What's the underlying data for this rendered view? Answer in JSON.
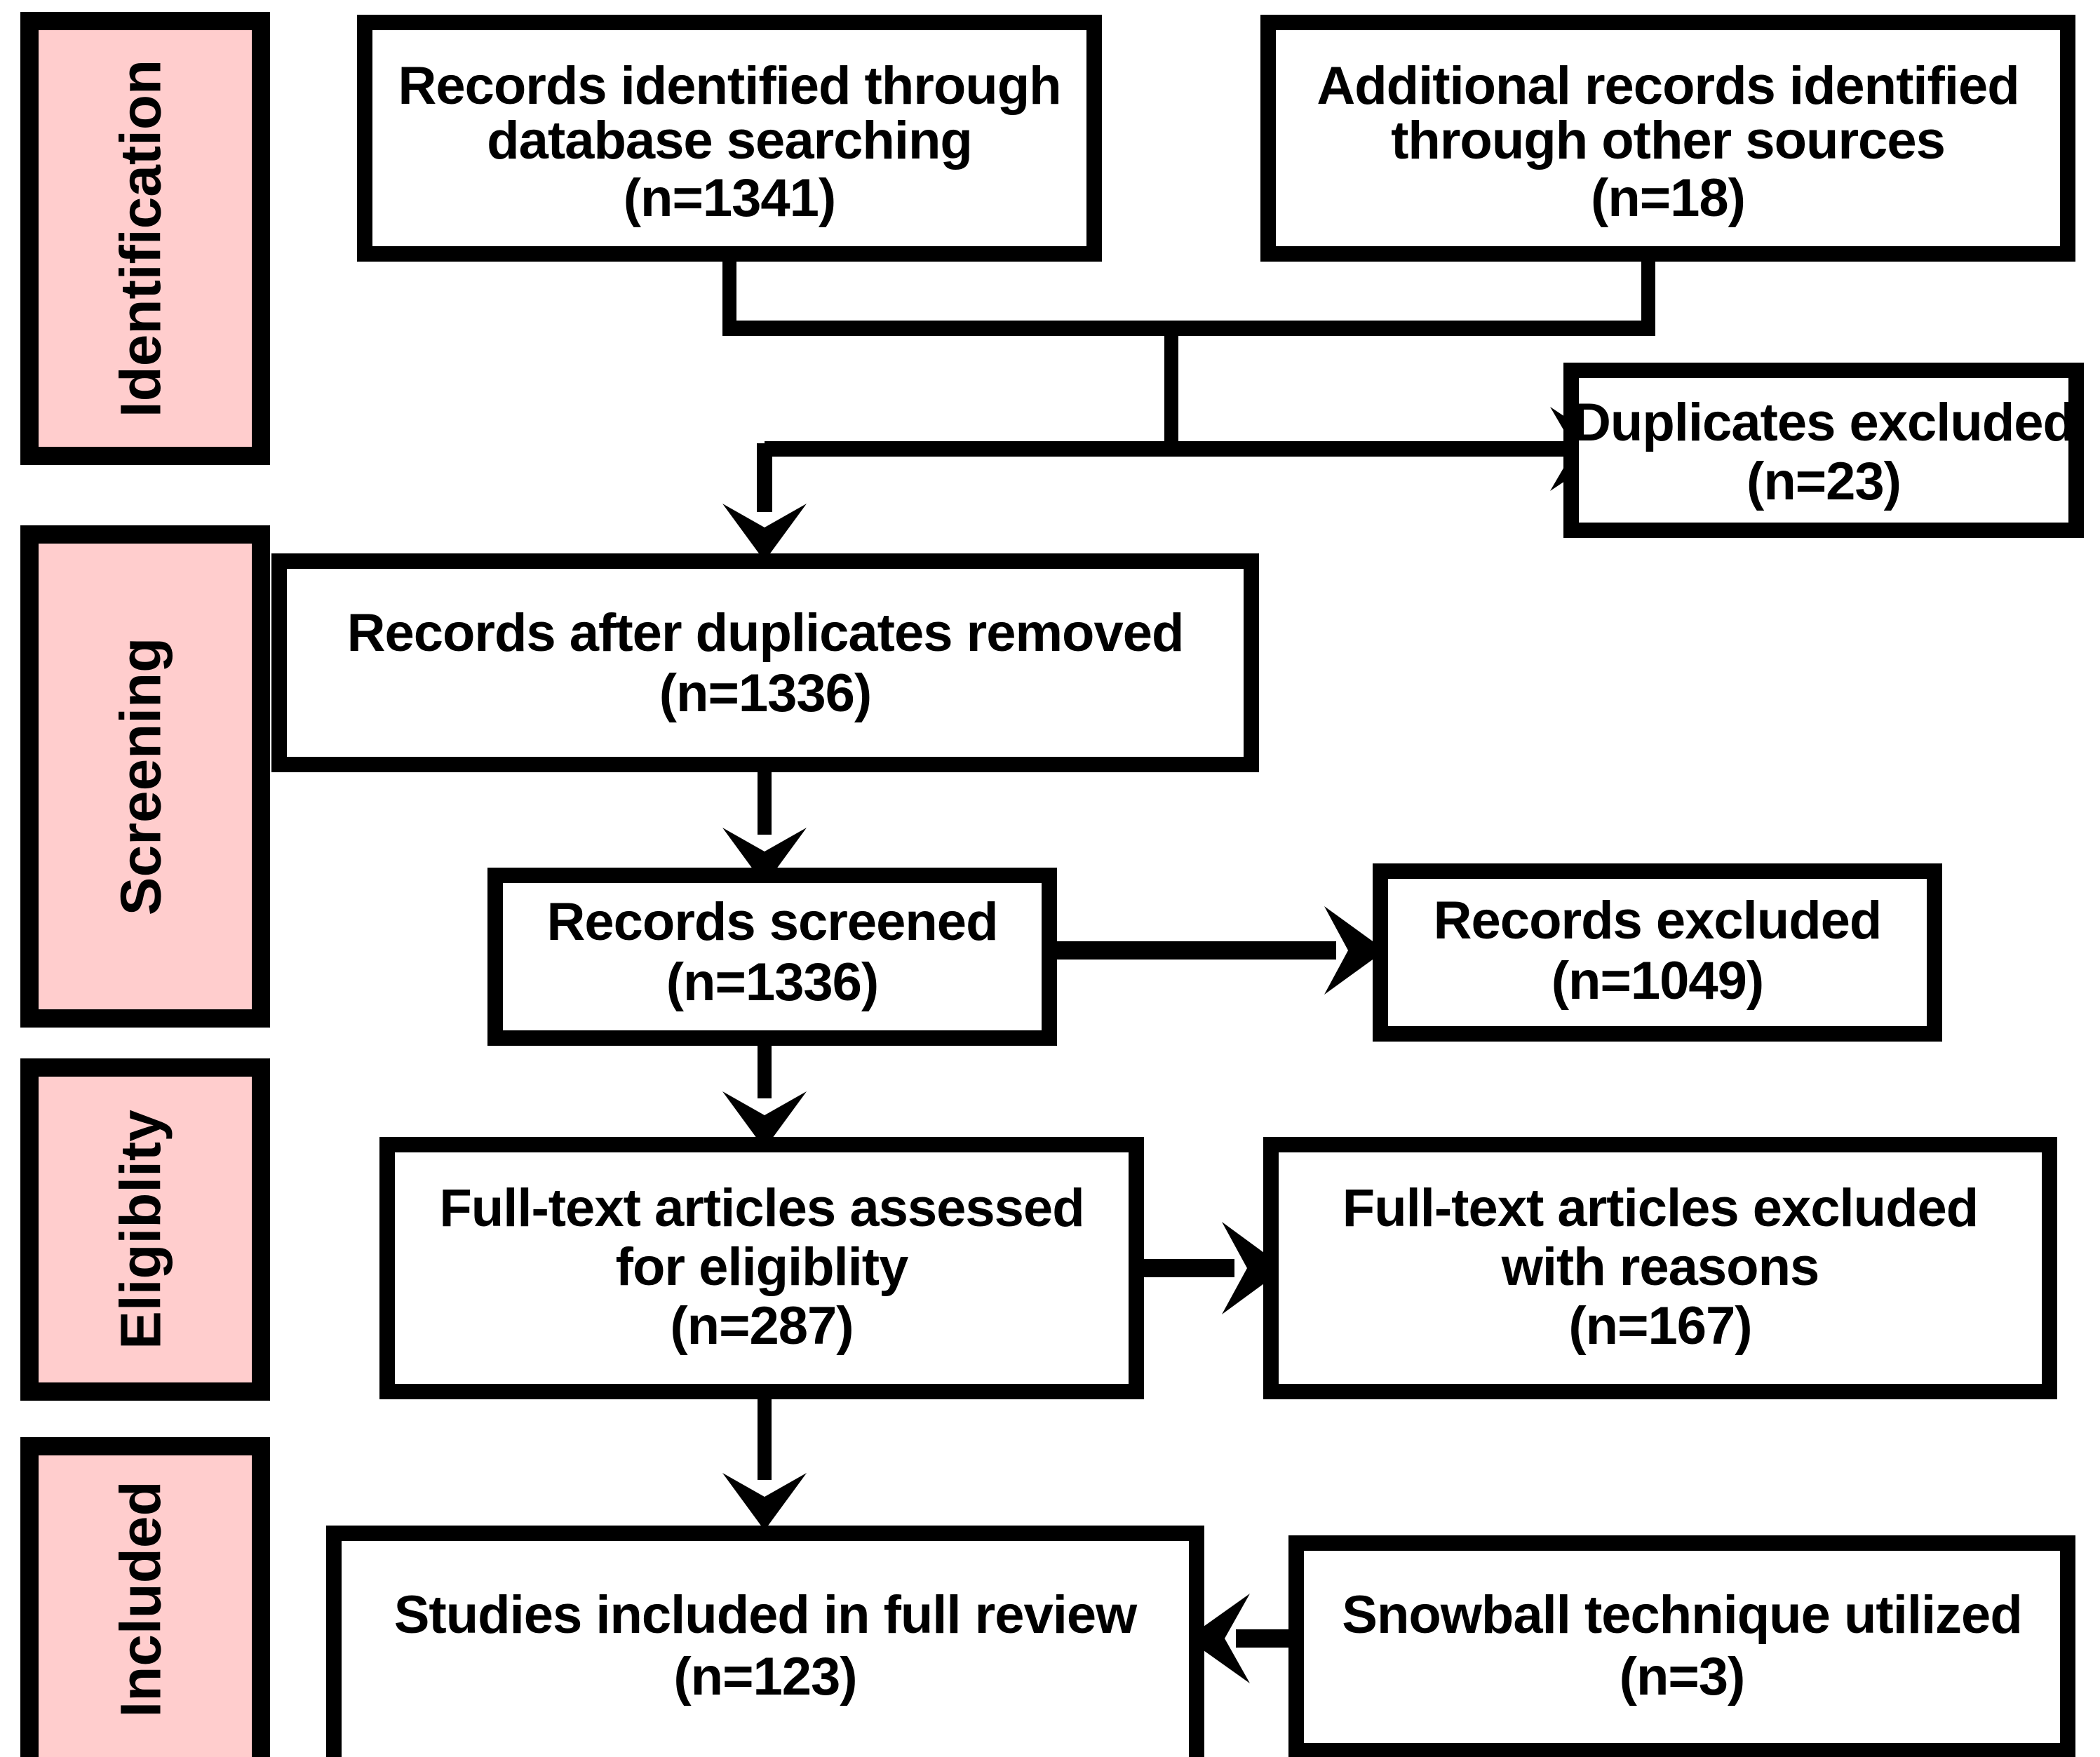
{
  "diagram": {
    "type": "prisma-flow-diagram",
    "title": "PRISMA Flow Diagram",
    "colors": {
      "stage_fill": "#ffcdcd",
      "box_fill": "#ffffff",
      "stroke": "#000000",
      "text": "#000000"
    }
  },
  "stages": [
    {
      "id": "identification",
      "label": "Identification"
    },
    {
      "id": "screening",
      "label": "Screening"
    },
    {
      "id": "eligibility",
      "label": "Eligiblity"
    },
    {
      "id": "included",
      "label": "Included"
    }
  ],
  "boxes": [
    {
      "id": "records-identified-database",
      "lines": [
        "Records identified through",
        "database searching",
        "(n=1341)"
      ],
      "line1": "Records identified through",
      "line2": "database searching",
      "line3": "(n=1341)",
      "count": 1341
    },
    {
      "id": "additional-records-other-sources",
      "lines": [
        "Additional records identified",
        "through other sources",
        "(n=18)"
      ],
      "line1": "Additional records identified",
      "line2": "through other sources",
      "line3": "(n=18)",
      "count": 18
    },
    {
      "id": "duplicates-excluded",
      "lines": [
        "Duplicates excluded",
        "(n=23)"
      ],
      "line1": "Duplicates excluded",
      "line2": "(n=23)",
      "count": 23
    },
    {
      "id": "records-after-duplicates-removed",
      "lines": [
        "Records after duplicates removed",
        "(n=1336)"
      ],
      "line1": "Records after duplicates removed",
      "line2": "(n=1336)",
      "count": 1336
    },
    {
      "id": "records-screened",
      "lines": [
        "Records screened",
        "(n=1336)"
      ],
      "line1": "Records screened",
      "line2": "(n=1336)",
      "count": 1336
    },
    {
      "id": "records-excluded",
      "lines": [
        "Records excluded",
        "(n=1049)"
      ],
      "line1": "Records excluded",
      "line2": "(n=1049)",
      "count": 1049
    },
    {
      "id": "fulltext-assessed",
      "lines": [
        "Full-text articles assessed",
        "for eligiblity",
        "(n=287)"
      ],
      "line1": "Full-text articles assessed",
      "line2": "for eligiblity",
      "line3": "(n=287)",
      "count": 287
    },
    {
      "id": "fulltext-excluded",
      "lines": [
        "Full-text articles excluded",
        "with reasons",
        "(n=167)"
      ],
      "line1": "Full-text articles excluded",
      "line2": "with reasons",
      "line3": "(n=167)",
      "count": 167
    },
    {
      "id": "studies-included",
      "lines": [
        "Studies included in full review",
        "(n=123)"
      ],
      "line1": "Studies included in full review",
      "line2": "(n=123)",
      "count": 123
    },
    {
      "id": "snowball-technique",
      "lines": [
        "Snowball technique utilized",
        "(n=3)"
      ],
      "line1": "Snowball technique utilized",
      "line2": "(n=3)",
      "count": 3
    }
  ],
  "connections": [
    {
      "from": "records-identified-database",
      "to": "merge-junction",
      "style": "elbow"
    },
    {
      "from": "additional-records-other-sources",
      "to": "merge-junction",
      "style": "elbow"
    },
    {
      "from": "merge-junction",
      "to": "duplicates-excluded",
      "style": "arrow-right"
    },
    {
      "from": "merge-junction",
      "to": "records-after-duplicates-removed",
      "style": "arrow-down"
    },
    {
      "from": "records-after-duplicates-removed",
      "to": "records-screened",
      "style": "arrow-down"
    },
    {
      "from": "records-screened",
      "to": "records-excluded",
      "style": "arrow-right"
    },
    {
      "from": "records-screened",
      "to": "fulltext-assessed",
      "style": "arrow-down"
    },
    {
      "from": "fulltext-assessed",
      "to": "fulltext-excluded",
      "style": "arrow-right"
    },
    {
      "from": "fulltext-assessed",
      "to": "studies-included",
      "style": "arrow-down"
    },
    {
      "from": "snowball-technique",
      "to": "studies-included",
      "style": "arrow-left"
    }
  ]
}
